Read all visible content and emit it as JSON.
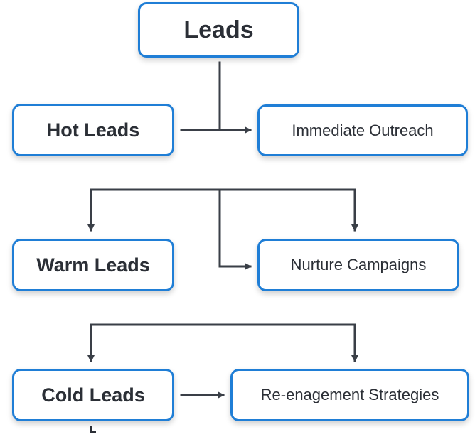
{
  "diagram": {
    "root": {
      "label": "Leads"
    },
    "categories": [
      {
        "label": "Hot Leads"
      },
      {
        "label": "Warm Leads"
      },
      {
        "label": "Cold Leads"
      }
    ],
    "actions": [
      {
        "label": "Immediate Outreach"
      },
      {
        "label": "Nurture Campaigns"
      },
      {
        "label": "Re-enagement Strategies"
      }
    ],
    "colors": {
      "node_border": "#1f7ed6",
      "connector": "#3a3f47",
      "text": "#2b2f36",
      "background": "#ffffff"
    }
  }
}
